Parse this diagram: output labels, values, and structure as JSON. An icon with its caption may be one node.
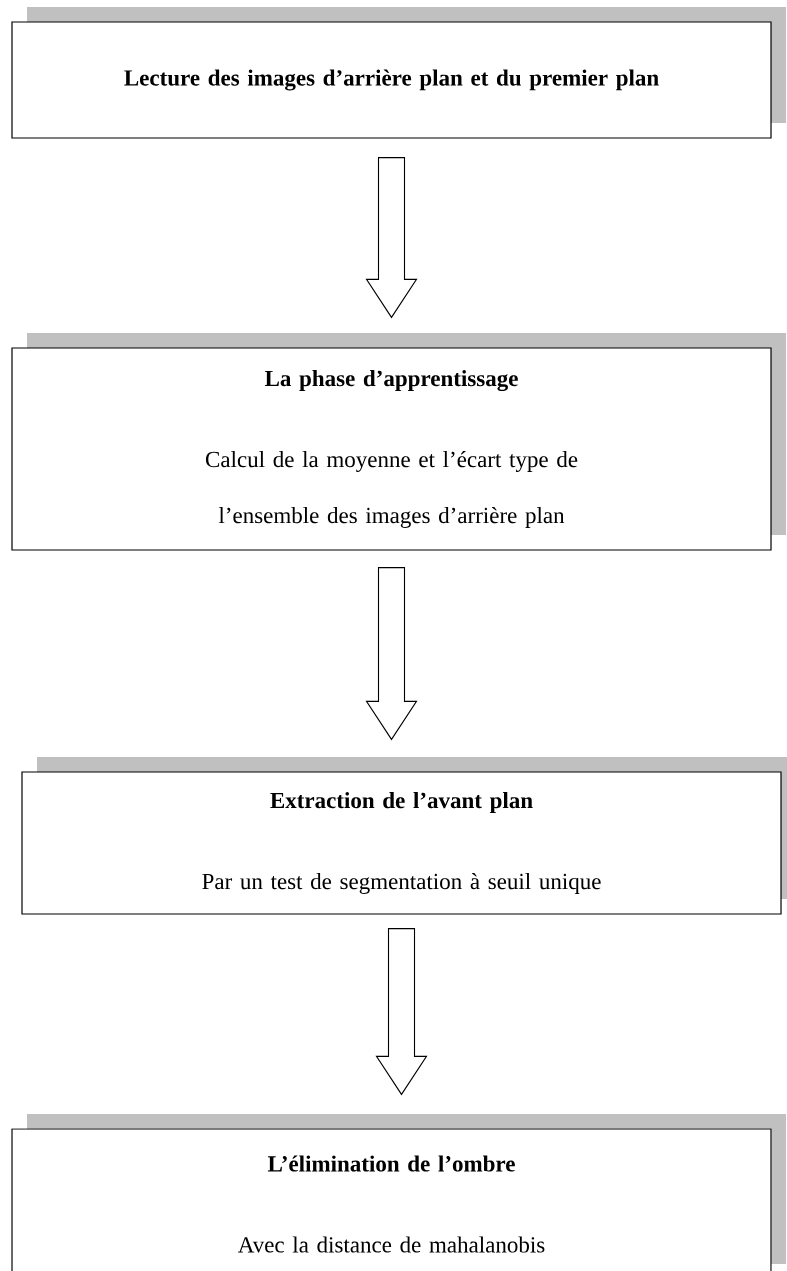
{
  "diagram": {
    "nodes": [
      {
        "text": [
          "Lecture des images d’arrière plan et du premier plan"
        ]
      },
      {
        "text": [
          "La phase d’apprentissage",
          "Calcul de la moyenne et l’écart type de l’ensemble des images d’arrière plan"
        ]
      },
      {
        "text": [
          "Extraction de l’avant plan",
          "Par un test de segmentation à seuil unique"
        ]
      },
      {
        "text": [
          "L’élimination de l’ombre",
          "Avec la distance de mahalanobis"
        ]
      }
    ],
    "edges": [
      {
        "from": 0,
        "to": 1,
        "arrow": "to"
      },
      {
        "from": 1,
        "to": 2,
        "arrow": "to"
      },
      {
        "from": 2,
        "to": 3,
        "arrow": "to"
      }
    ]
  }
}
